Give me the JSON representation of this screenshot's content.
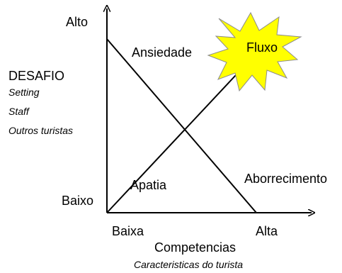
{
  "y_axis": {
    "high_label": "Alto",
    "low_label": "Baixo",
    "title": "DESAFIO",
    "factors": [
      "Setting",
      "Staff",
      "Outros turistas"
    ]
  },
  "x_axis": {
    "low_label": "Baixa",
    "high_label": "Alta",
    "title": "Competencias",
    "subtitle": "Caracteristicas do turista"
  },
  "regions": {
    "anxiety": "Ansiedade",
    "flow": "Fluxo",
    "apathy": "Apatia",
    "boredom": "Aborrecimento"
  },
  "colors": {
    "line": "#000000",
    "starburst_fill": "#ffff00",
    "starburst_stroke": "#8c8c8c"
  }
}
